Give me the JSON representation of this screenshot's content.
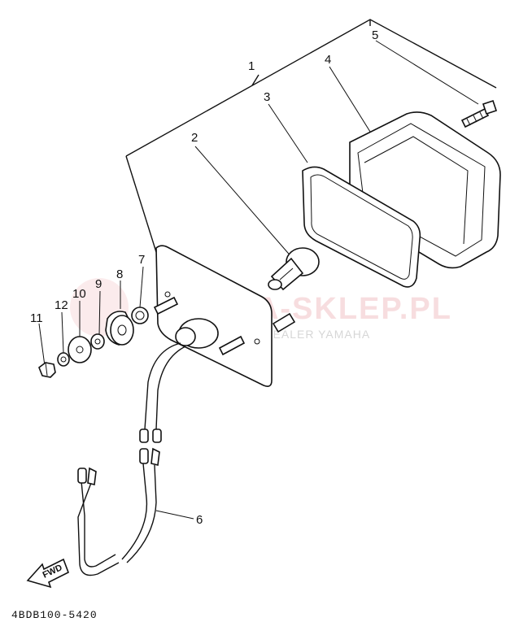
{
  "callouts": [
    "1",
    "2",
    "3",
    "4",
    "5",
    "6",
    "7",
    "8",
    "9",
    "10",
    "11",
    "12"
  ],
  "diagram_code": "4BDB100-5420",
  "watermark": {
    "title": "YAMA-SKLEP.PL",
    "subtitle": "PROWADZ | DEALER YAMAHA"
  },
  "direction_marker": "FWD",
  "colors": {
    "line": "#111111",
    "watermark": "#e9a0a4"
  }
}
